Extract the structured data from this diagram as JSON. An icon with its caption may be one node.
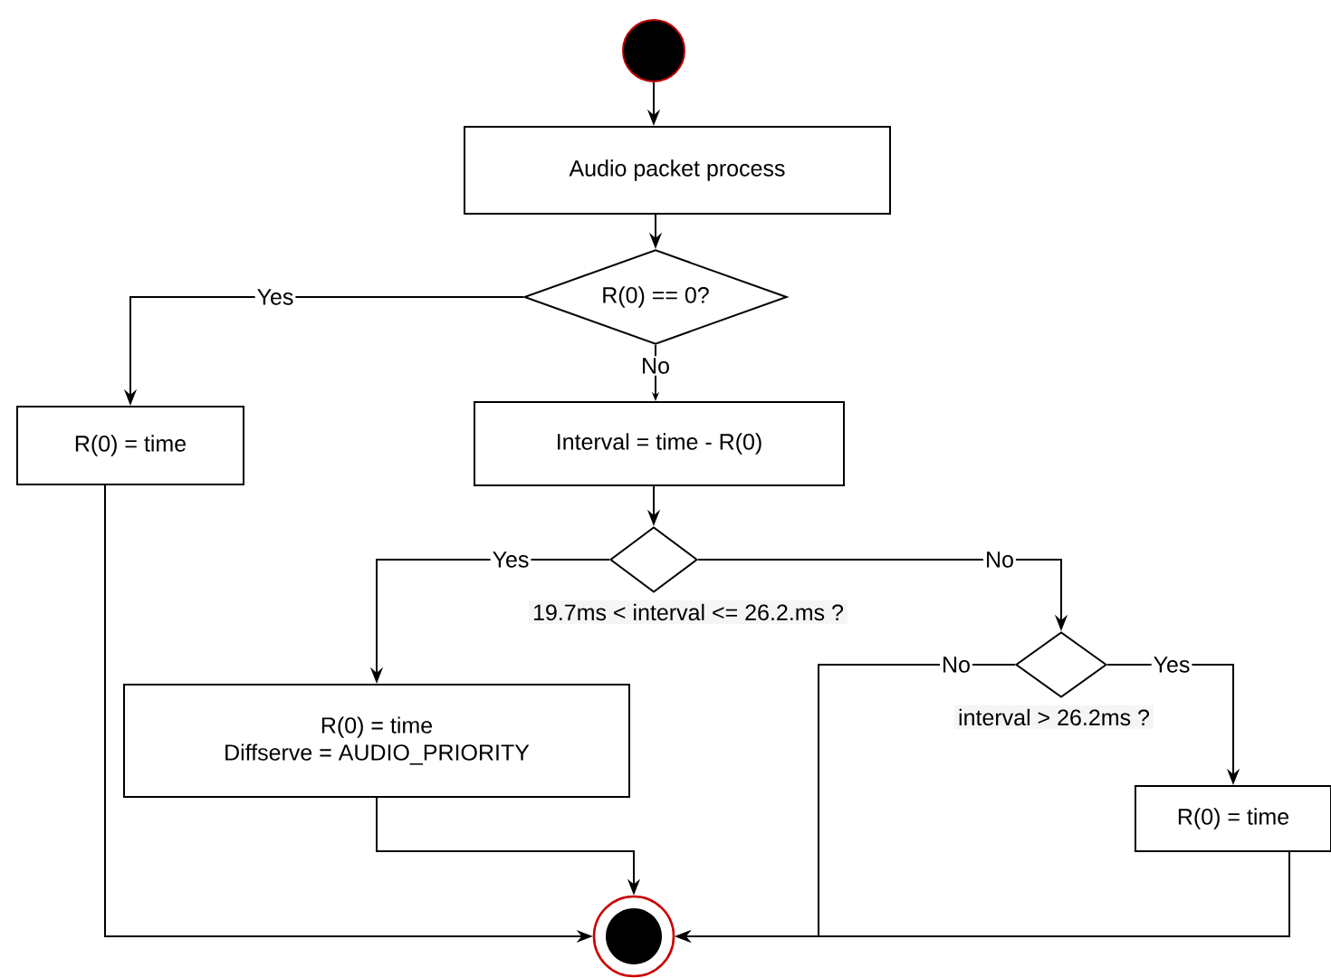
{
  "diagram": {
    "nodes": [
      {
        "text": [],
        "shape": "circle"
      },
      {
        "text": [
          "Audio packet process"
        ]
      },
      {
        "text": [
          "R(0) == 0?"
        ]
      },
      {
        "text": [
          "R(0) = time"
        ]
      },
      {
        "text": [
          "Interval = time - R(0)"
        ]
      },
      {
        "text": [],
        "shape": "diamond",
        "beside": [
          "19.7ms < interval  <=  26.2.ms ?"
        ]
      },
      {
        "text": [
          "R(0) = time",
          "Diffserve = AUDIO_PRIORITY"
        ]
      },
      {
        "text": [],
        "shape": "diamond",
        "beside": [
          "interval > 26.2ms ?"
        ]
      },
      {
        "text": [
          "R(0) = time"
        ]
      },
      {
        "text": [],
        "shape": "end-circle"
      }
    ],
    "edges": [
      {
        "from": 0,
        "to": 1,
        "arrow": "to"
      },
      {
        "from": 1,
        "to": 2,
        "arrow": "to"
      },
      {
        "from": 2,
        "to": 3,
        "arrow": "to",
        "label": "Yes"
      },
      {
        "from": 2,
        "to": 4,
        "arrow": "to",
        "label": "No"
      },
      {
        "from": 4,
        "to": 5,
        "arrow": "to"
      },
      {
        "from": 5,
        "to": 6,
        "arrow": "to",
        "label": "Yes"
      },
      {
        "from": 5,
        "to": 7,
        "arrow": "to",
        "label": "No"
      },
      {
        "from": 7,
        "to": 9,
        "arrow": "to",
        "label": "No"
      },
      {
        "from": 7,
        "to": 8,
        "arrow": "to",
        "label": "Yes"
      },
      {
        "from": 3,
        "to": 9,
        "arrow": "to"
      },
      {
        "from": 6,
        "to": 9,
        "arrow": "to"
      },
      {
        "from": 8,
        "to": 9,
        "arrow": "to"
      }
    ]
  }
}
